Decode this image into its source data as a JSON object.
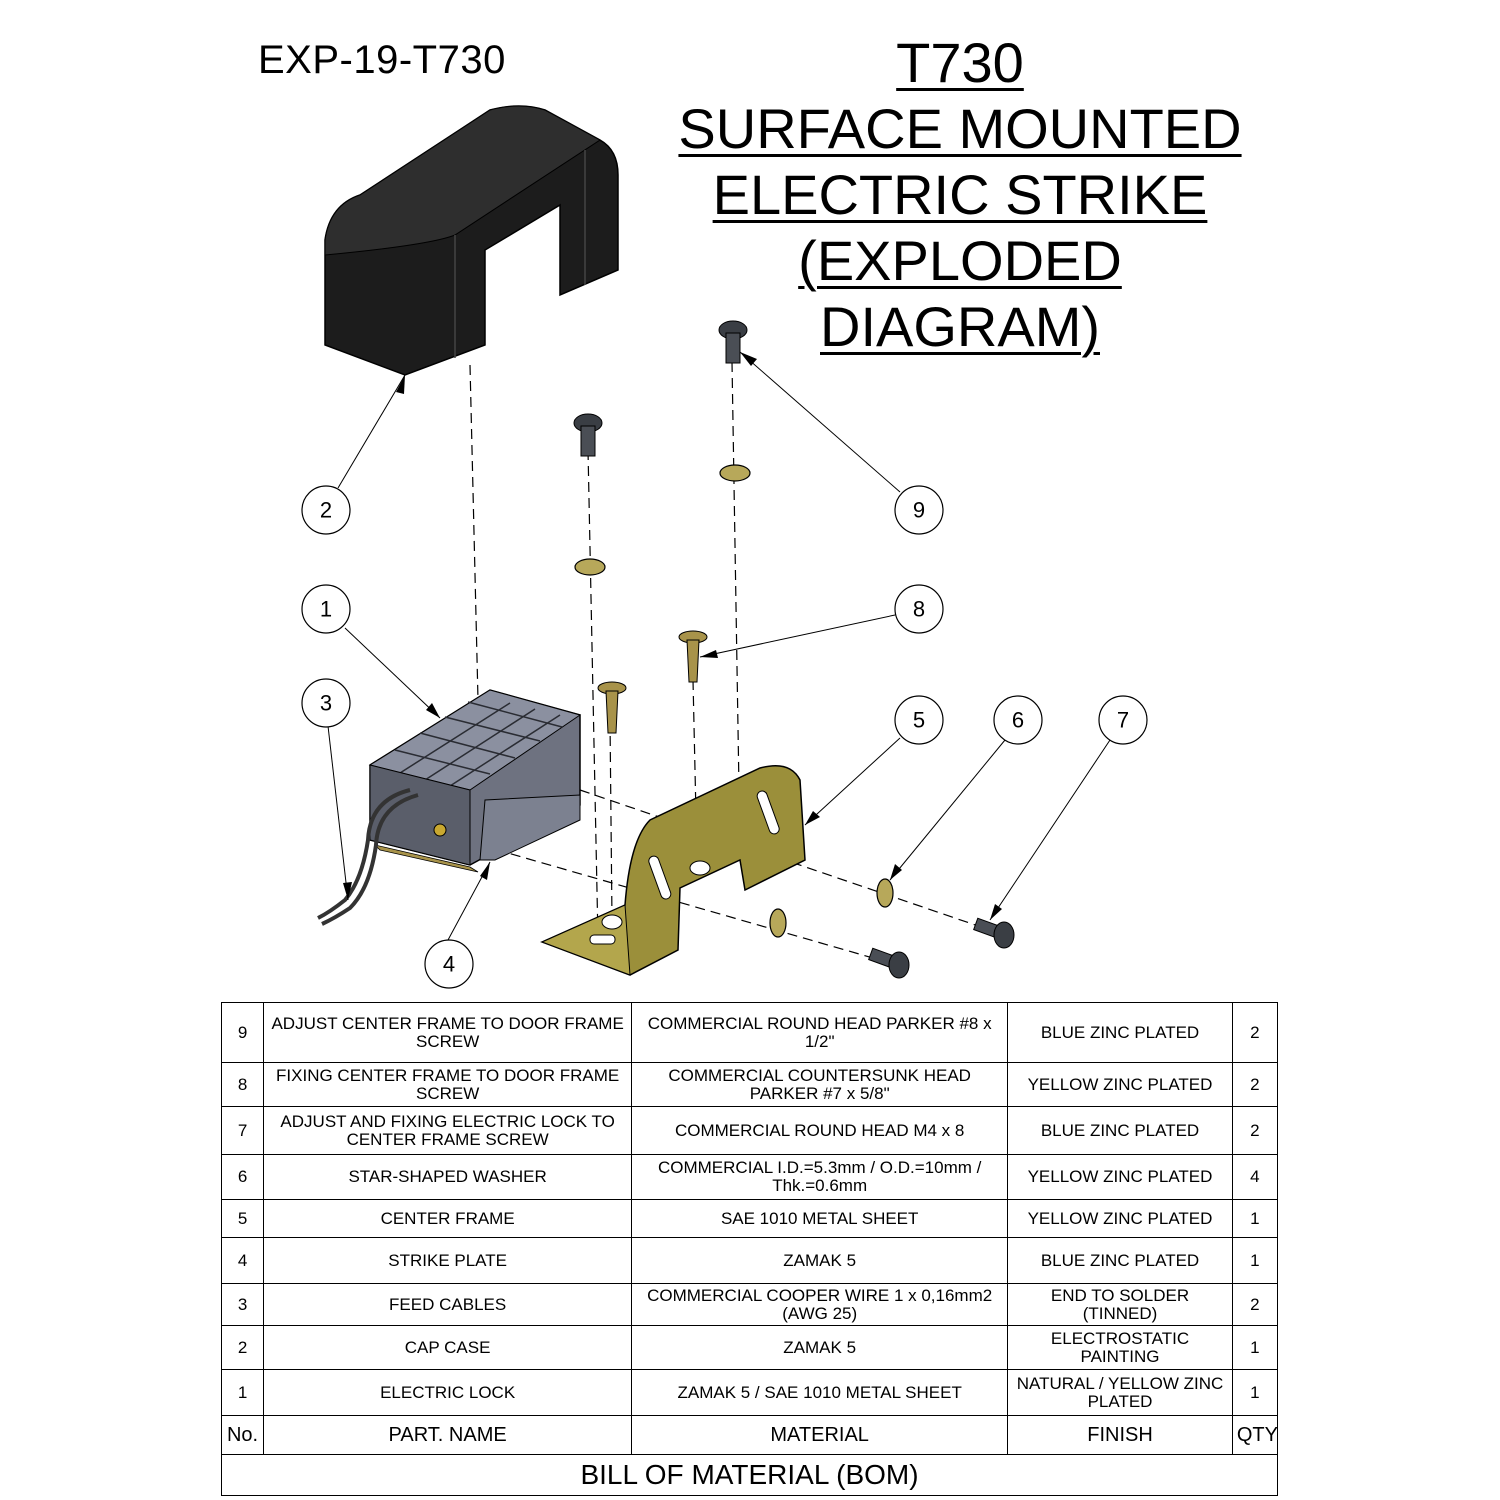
{
  "doc_id": "EXP-19-T730",
  "title": {
    "lines": [
      "T730",
      "SURFACE MOUNTED",
      "ELECTRIC STRIKE",
      "(EXPLODED",
      "DIAGRAM)"
    ]
  },
  "callouts": [
    "1",
    "2",
    "3",
    "4",
    "5",
    "6",
    "7",
    "8",
    "9"
  ],
  "bom": {
    "caption": "BILL OF MATERIAL (BOM)",
    "headers": {
      "no": "No.",
      "part_name": "PART. NAME",
      "material": "MATERIAL",
      "finish": "FINISH",
      "qty": "QTY"
    },
    "rows": [
      {
        "no": "9",
        "part_name": "ADJUST CENTER FRAME TO DOOR FRAME SCREW",
        "material": "COMMERCIAL ROUND HEAD PARKER #8 x 1/2\"",
        "finish": "BLUE ZINC PLATED",
        "qty": "2"
      },
      {
        "no": "8",
        "part_name": "FIXING CENTER FRAME TO DOOR FRAME SCREW",
        "material": "COMMERCIAL COUNTERSUNK HEAD PARKER #7 x 5/8\"",
        "finish": "YELLOW ZINC PLATED",
        "qty": "2"
      },
      {
        "no": "7",
        "part_name": "ADJUST AND FIXING ELECTRIC LOCK TO CENTER FRAME SCREW",
        "material": "COMMERCIAL ROUND HEAD M4 x 8",
        "finish": "BLUE ZINC PLATED",
        "qty": "2"
      },
      {
        "no": "6",
        "part_name": "STAR-SHAPED WASHER",
        "material": "COMMERCIAL I.D.=5.3mm / O.D.=10mm / Thk.=0.6mm",
        "finish": "YELLOW ZINC PLATED",
        "qty": "4"
      },
      {
        "no": "5",
        "part_name": "CENTER FRAME",
        "material": "SAE 1010 METAL SHEET",
        "finish": "YELLOW ZINC PLATED",
        "qty": "1"
      },
      {
        "no": "4",
        "part_name": "STRIKE PLATE",
        "material": "ZAMAK 5",
        "finish": "BLUE ZINC PLATED",
        "qty": "1"
      },
      {
        "no": "3",
        "part_name": "FEED CABLES",
        "material": "COMMERCIAL COOPER WIRE 1 x 0,16mm2 (AWG 25)",
        "finish": "END TO SOLDER (TINNED)",
        "qty": "2"
      },
      {
        "no": "2",
        "part_name": "CAP CASE",
        "material": "ZAMAK 5",
        "finish": "ELECTROSTATIC PAINTING",
        "qty": "1"
      },
      {
        "no": "1",
        "part_name": "ELECTRIC LOCK",
        "material": "ZAMAK 5 / SAE 1010 METAL SHEET",
        "finish": "NATURAL / YELLOW ZINC PLATED",
        "qty": "1"
      }
    ]
  },
  "colors": {
    "cap_case": "#1c1c1c",
    "lock_body": "#6e7280",
    "center_frame": "#9b8f3a",
    "washer": "#b7a85a",
    "screw": "#3a3e44",
    "brass_screw": "#a8934a"
  }
}
